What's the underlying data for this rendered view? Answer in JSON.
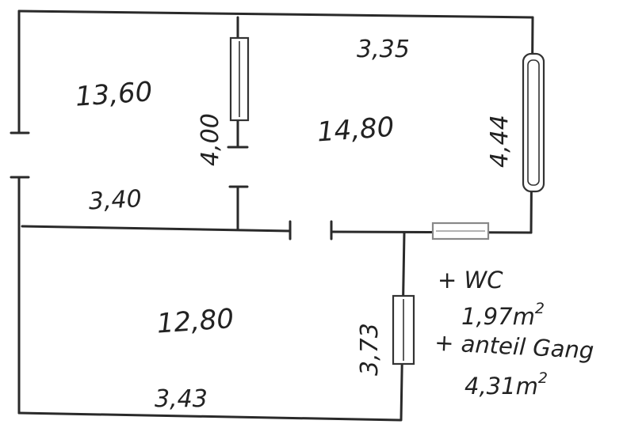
{
  "rooms": [
    {
      "area": "13,60"
    },
    {
      "area": "14,80"
    },
    {
      "area": "12,80"
    }
  ],
  "dimensions": {
    "top_right_width": "3,35",
    "right_height": "4,44",
    "middle_height": "4,00",
    "left_width": "3,40",
    "lower_right_height": "3,73",
    "bottom_width": "3,43"
  },
  "notes": {
    "line1": "+ WC",
    "line2_value": "1,97m",
    "line3": "+ anteil Gang",
    "line4_value": "4,31m",
    "superscript": "2"
  }
}
